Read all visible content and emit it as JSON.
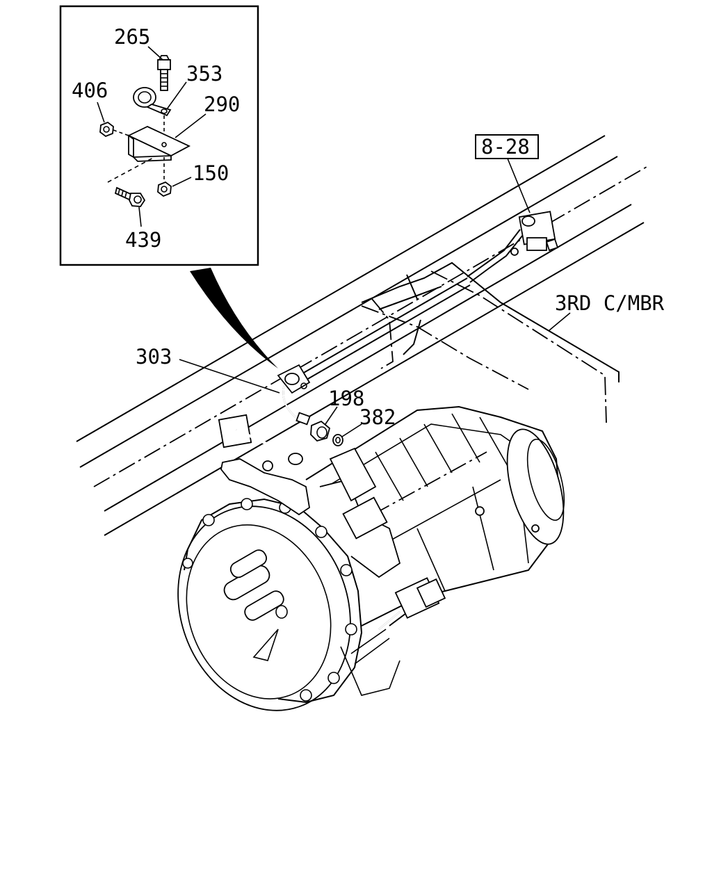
{
  "diagram": {
    "callouts": {
      "p265": "265",
      "p353": "353",
      "p406": "406",
      "p290": "290",
      "p150": "150",
      "p439": "439",
      "p303": "303",
      "p198": "198",
      "p382": "382",
      "ref_8_28": "8-28",
      "third_crossmember": "3RD C/MBR"
    }
  }
}
